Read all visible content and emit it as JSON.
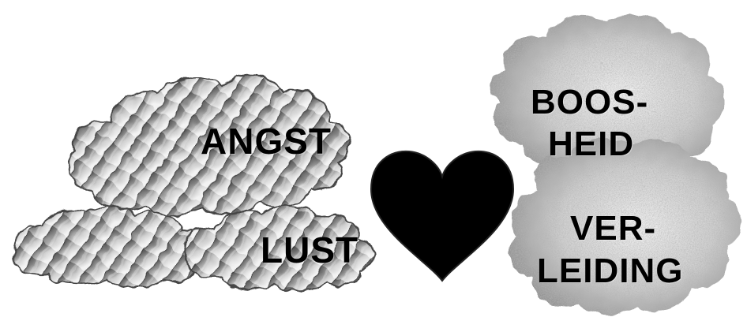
{
  "clouds": {
    "left": {
      "labels": [
        "ANGST",
        "LUST"
      ]
    },
    "right": {
      "top_label": [
        "BOOS-",
        "HEID"
      ],
      "bottom_label": [
        "VER-",
        "LEIDING"
      ]
    }
  },
  "heart": {
    "color": "#000000"
  },
  "colors": {
    "cloud_dark": "#5a5a5a",
    "cloud_mid": "#9a9a9a",
    "cloud_light": "#e6e6e6",
    "background": "#ffffff"
  }
}
